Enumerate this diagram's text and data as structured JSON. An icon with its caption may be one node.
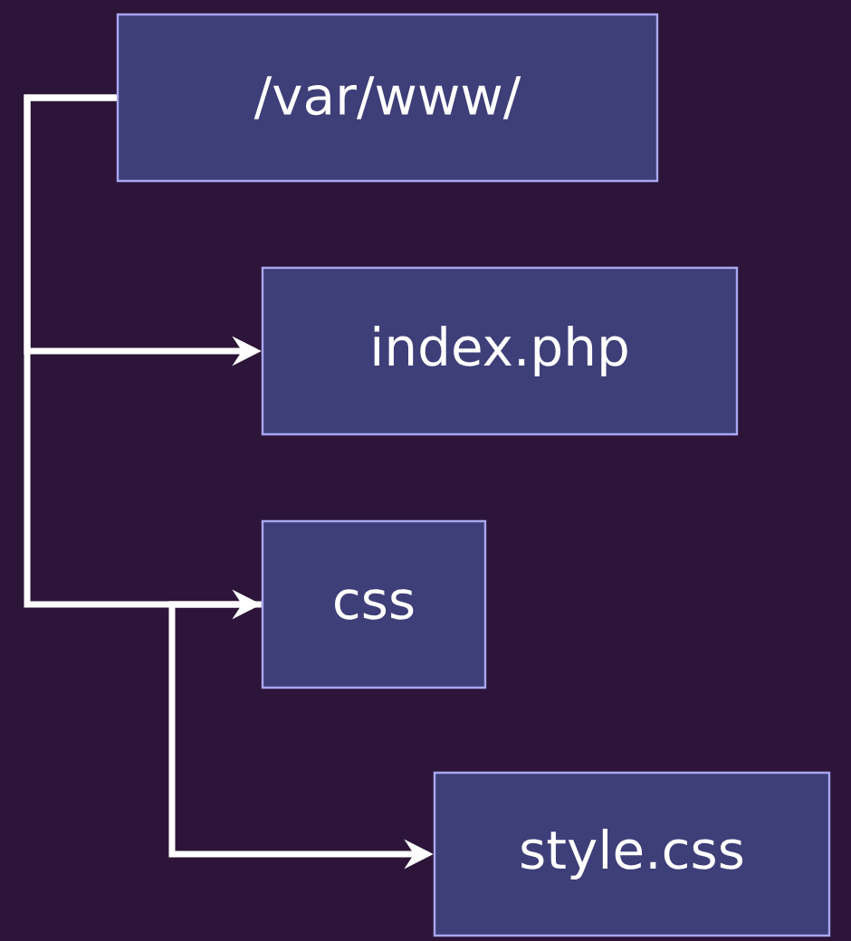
{
  "diagram": {
    "nodes": [
      {
        "text": [
          "/var/www/"
        ]
      },
      {
        "text": [
          "index.php"
        ]
      },
      {
        "text": [
          "css"
        ]
      },
      {
        "text": [
          "style.css"
        ]
      }
    ],
    "edges": [
      {
        "from": 0,
        "to": 1,
        "arrow": "to"
      },
      {
        "from": 0,
        "to": 2,
        "arrow": "to"
      },
      {
        "from": 2,
        "to": 3,
        "arrow": "to"
      }
    ]
  }
}
